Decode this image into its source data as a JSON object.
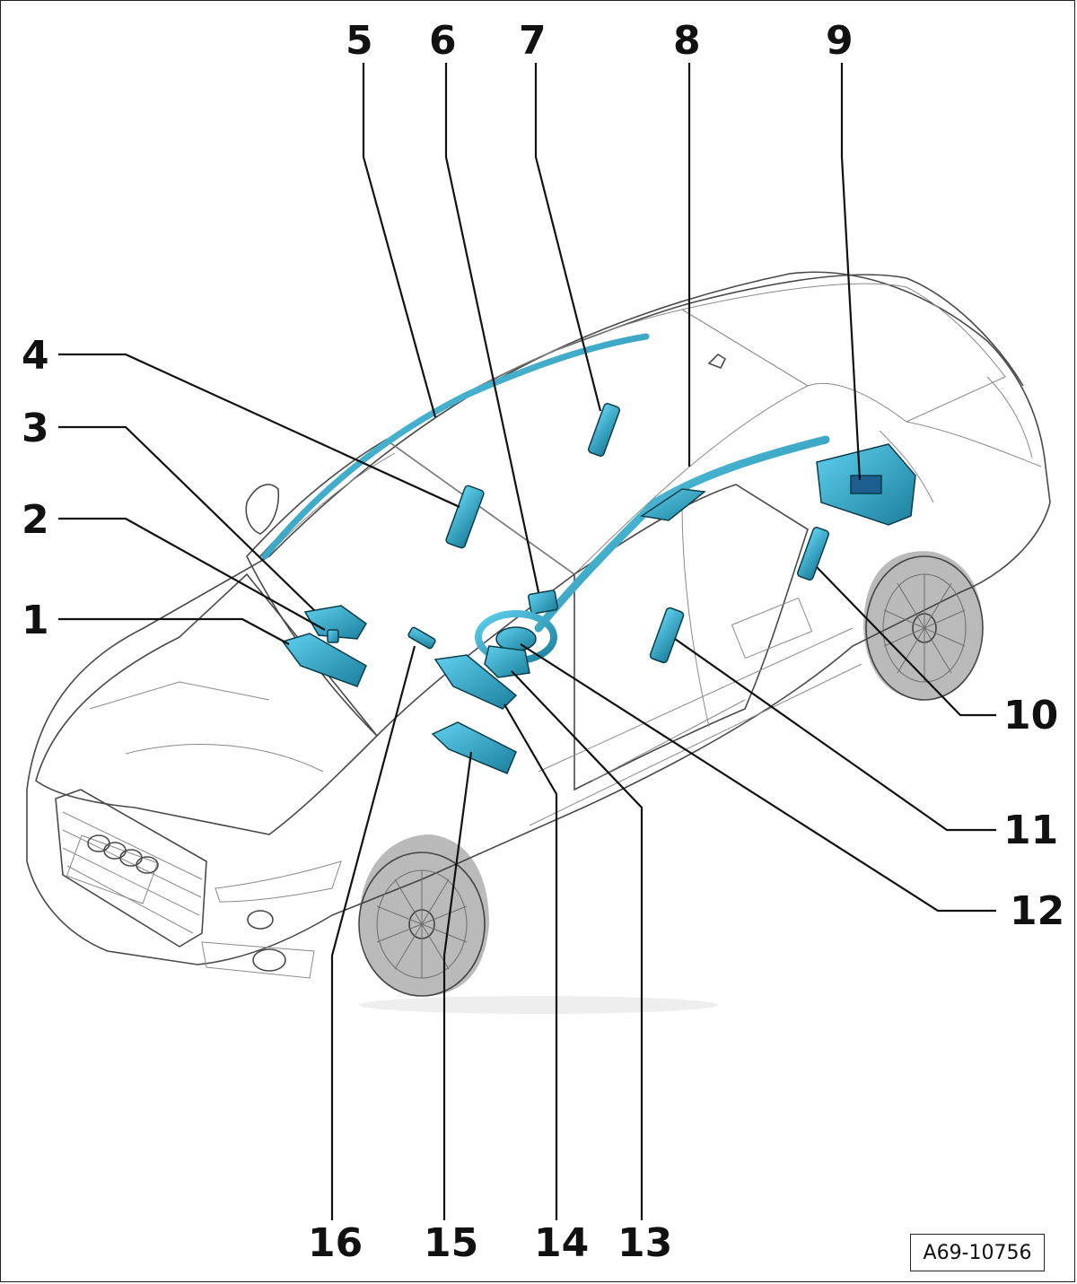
{
  "figure": {
    "reference_id": "A69-10756",
    "accent_color": "#2aa7c9",
    "part_color_dark": "#1b7f9c",
    "callouts": [
      {
        "label": "1"
      },
      {
        "label": "2"
      },
      {
        "label": "3"
      },
      {
        "label": "4"
      },
      {
        "label": "5"
      },
      {
        "label": "6"
      },
      {
        "label": "7"
      },
      {
        "label": "8"
      },
      {
        "label": "9"
      },
      {
        "label": "10"
      },
      {
        "label": "11"
      },
      {
        "label": "12"
      },
      {
        "label": "13"
      },
      {
        "label": "14"
      },
      {
        "label": "15"
      },
      {
        "label": "16"
      }
    ]
  }
}
